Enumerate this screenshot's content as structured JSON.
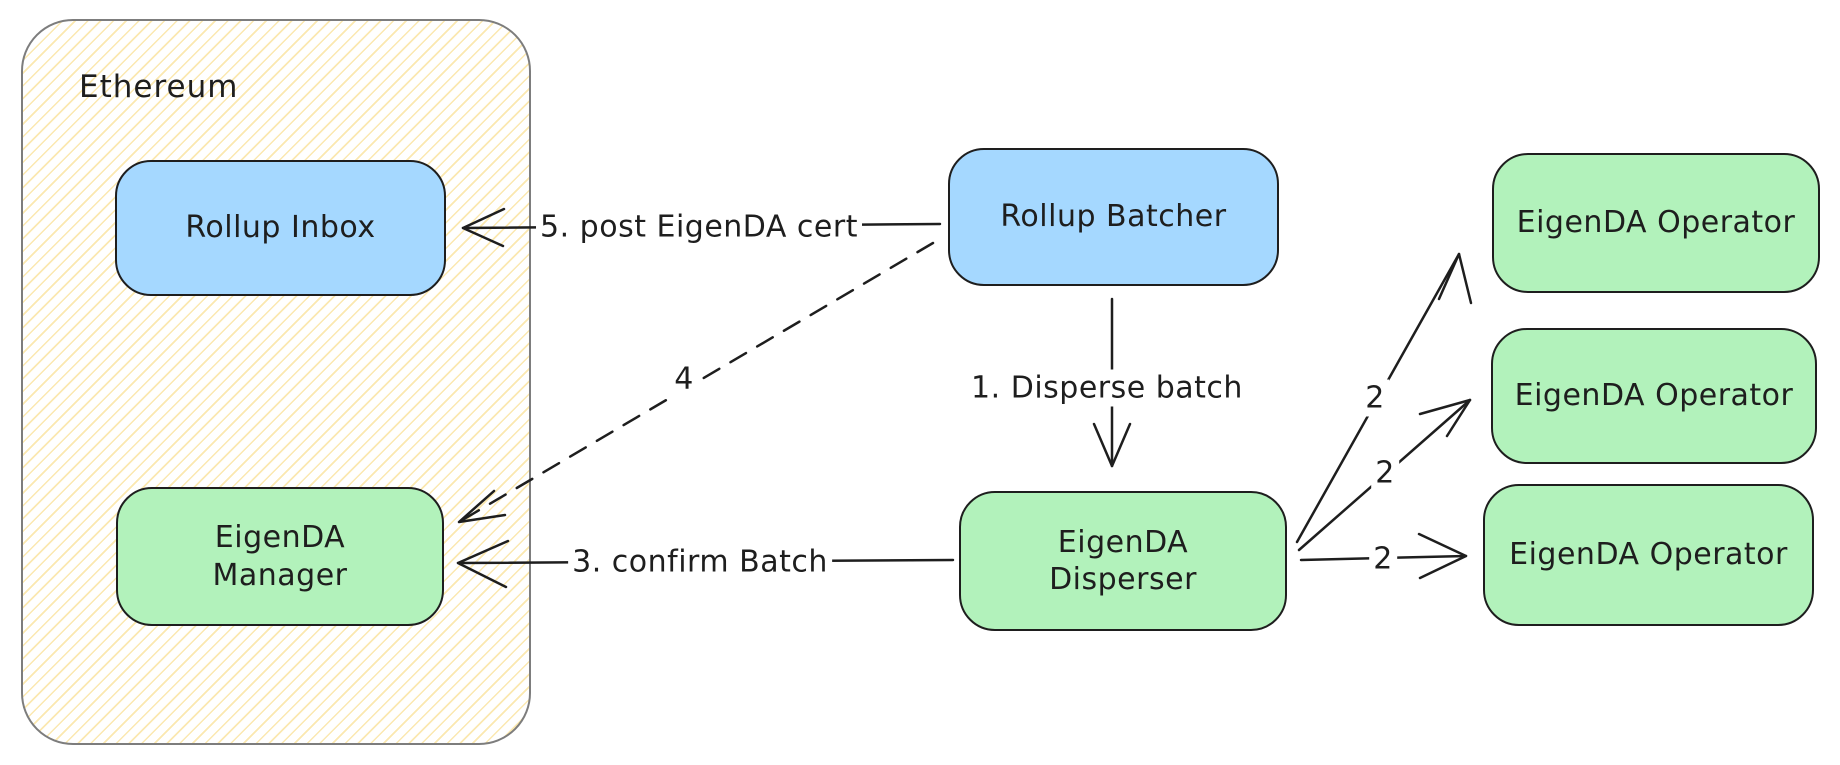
{
  "diagram": {
    "type": "flow-diagram",
    "container": {
      "label": "Ethereum"
    },
    "nodes": [
      {
        "id": "rollup-inbox",
        "label": "Rollup Inbox",
        "fill": "blue"
      },
      {
        "id": "rollup-batcher",
        "label": "Rollup Batcher",
        "fill": "blue"
      },
      {
        "id": "eigenda-manager",
        "label": "EigenDA\nManager",
        "fill": "green"
      },
      {
        "id": "eigenda-disperser",
        "label": "EigenDA\nDisperser",
        "fill": "green"
      },
      {
        "id": "eigenda-operator-1",
        "label": "EigenDA Operator",
        "fill": "green"
      },
      {
        "id": "eigenda-operator-2",
        "label": "EigenDA Operator",
        "fill": "green"
      },
      {
        "id": "eigenda-operator-3",
        "label": "EigenDA Operator",
        "fill": "green"
      }
    ],
    "edges": [
      {
        "label": "1. Disperse batch",
        "from": "rollup-batcher",
        "to": "eigenda-disperser",
        "line": "solid"
      },
      {
        "label": "2",
        "from": "eigenda-disperser",
        "to": "eigenda-operator-1",
        "line": "solid"
      },
      {
        "label": "2",
        "from": "eigenda-disperser",
        "to": "eigenda-operator-2",
        "line": "solid"
      },
      {
        "label": "2",
        "from": "eigenda-disperser",
        "to": "eigenda-operator-3",
        "line": "solid"
      },
      {
        "label": "3. confirm Batch",
        "from": "eigenda-disperser",
        "to": "eigenda-manager",
        "line": "solid"
      },
      {
        "label": "4",
        "from": "rollup-batcher",
        "to": "eigenda-manager",
        "line": "dashed"
      },
      {
        "label": "5. post EigenDA cert",
        "from": "rollup-batcher",
        "to": "rollup-inbox",
        "line": "solid"
      }
    ],
    "colors": {
      "node_blue": "#a5d8ff",
      "node_green": "#b2f2bb",
      "stroke": "#1e1e1e",
      "container_border": "#7d7d7d",
      "hatch_yellow": "#f5c842",
      "background": "#ffffff"
    }
  }
}
